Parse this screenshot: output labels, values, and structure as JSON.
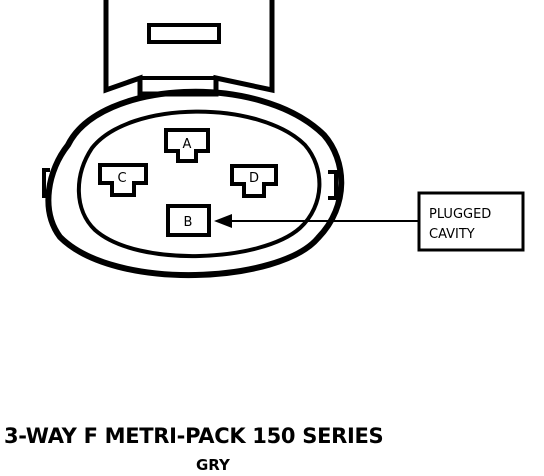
{
  "connector": {
    "cavities": {
      "a": "A",
      "b": "B",
      "c": "C",
      "d": "D"
    }
  },
  "callout": {
    "line1": "PLUGGED",
    "line2": "CAVITY"
  },
  "caption": {
    "title": "3-WAY F METRI-PACK 150 SERIES",
    "color": "GRY"
  }
}
